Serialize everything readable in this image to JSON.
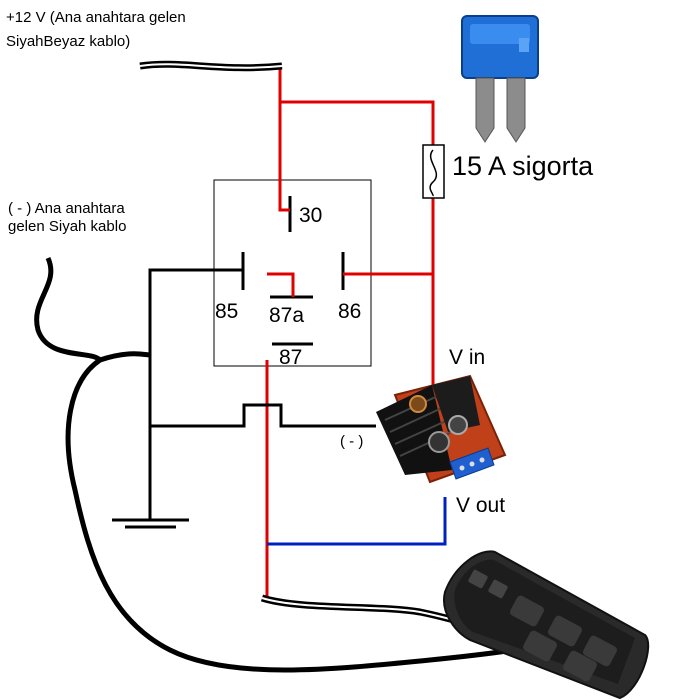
{
  "labels": {
    "plus12_line1": "+12 V (Ana anahtara gelen",
    "plus12_line2": "SiyahBeyaz kablo)",
    "minus_line1": "( - ) Ana anahtara",
    "minus_line2": "gelen Siyah kablo",
    "fuse": "15 A sigorta",
    "pin30": "30",
    "pin85": "85",
    "pin87a": "87a",
    "pin86": "86",
    "pin87": "87",
    "vin": "V in",
    "vout": "V out",
    "neg": "( - )"
  },
  "colors": {
    "positive_wire": "#e00000",
    "ground_wire": "#000000",
    "output_wire": "#0020c0",
    "fuse_body": "#1f6fd6",
    "converter_board": "#c0401a",
    "heatsink": "#111111",
    "terminal_block": "#1f5fd0",
    "switch_panel": "#2a2a2a"
  },
  "icons": {
    "fuse": "blade-fuse-icon",
    "converter": "dc-dc-converter-icon",
    "switch": "window-switch-panel-icon",
    "ground": "ground-symbol-icon"
  }
}
